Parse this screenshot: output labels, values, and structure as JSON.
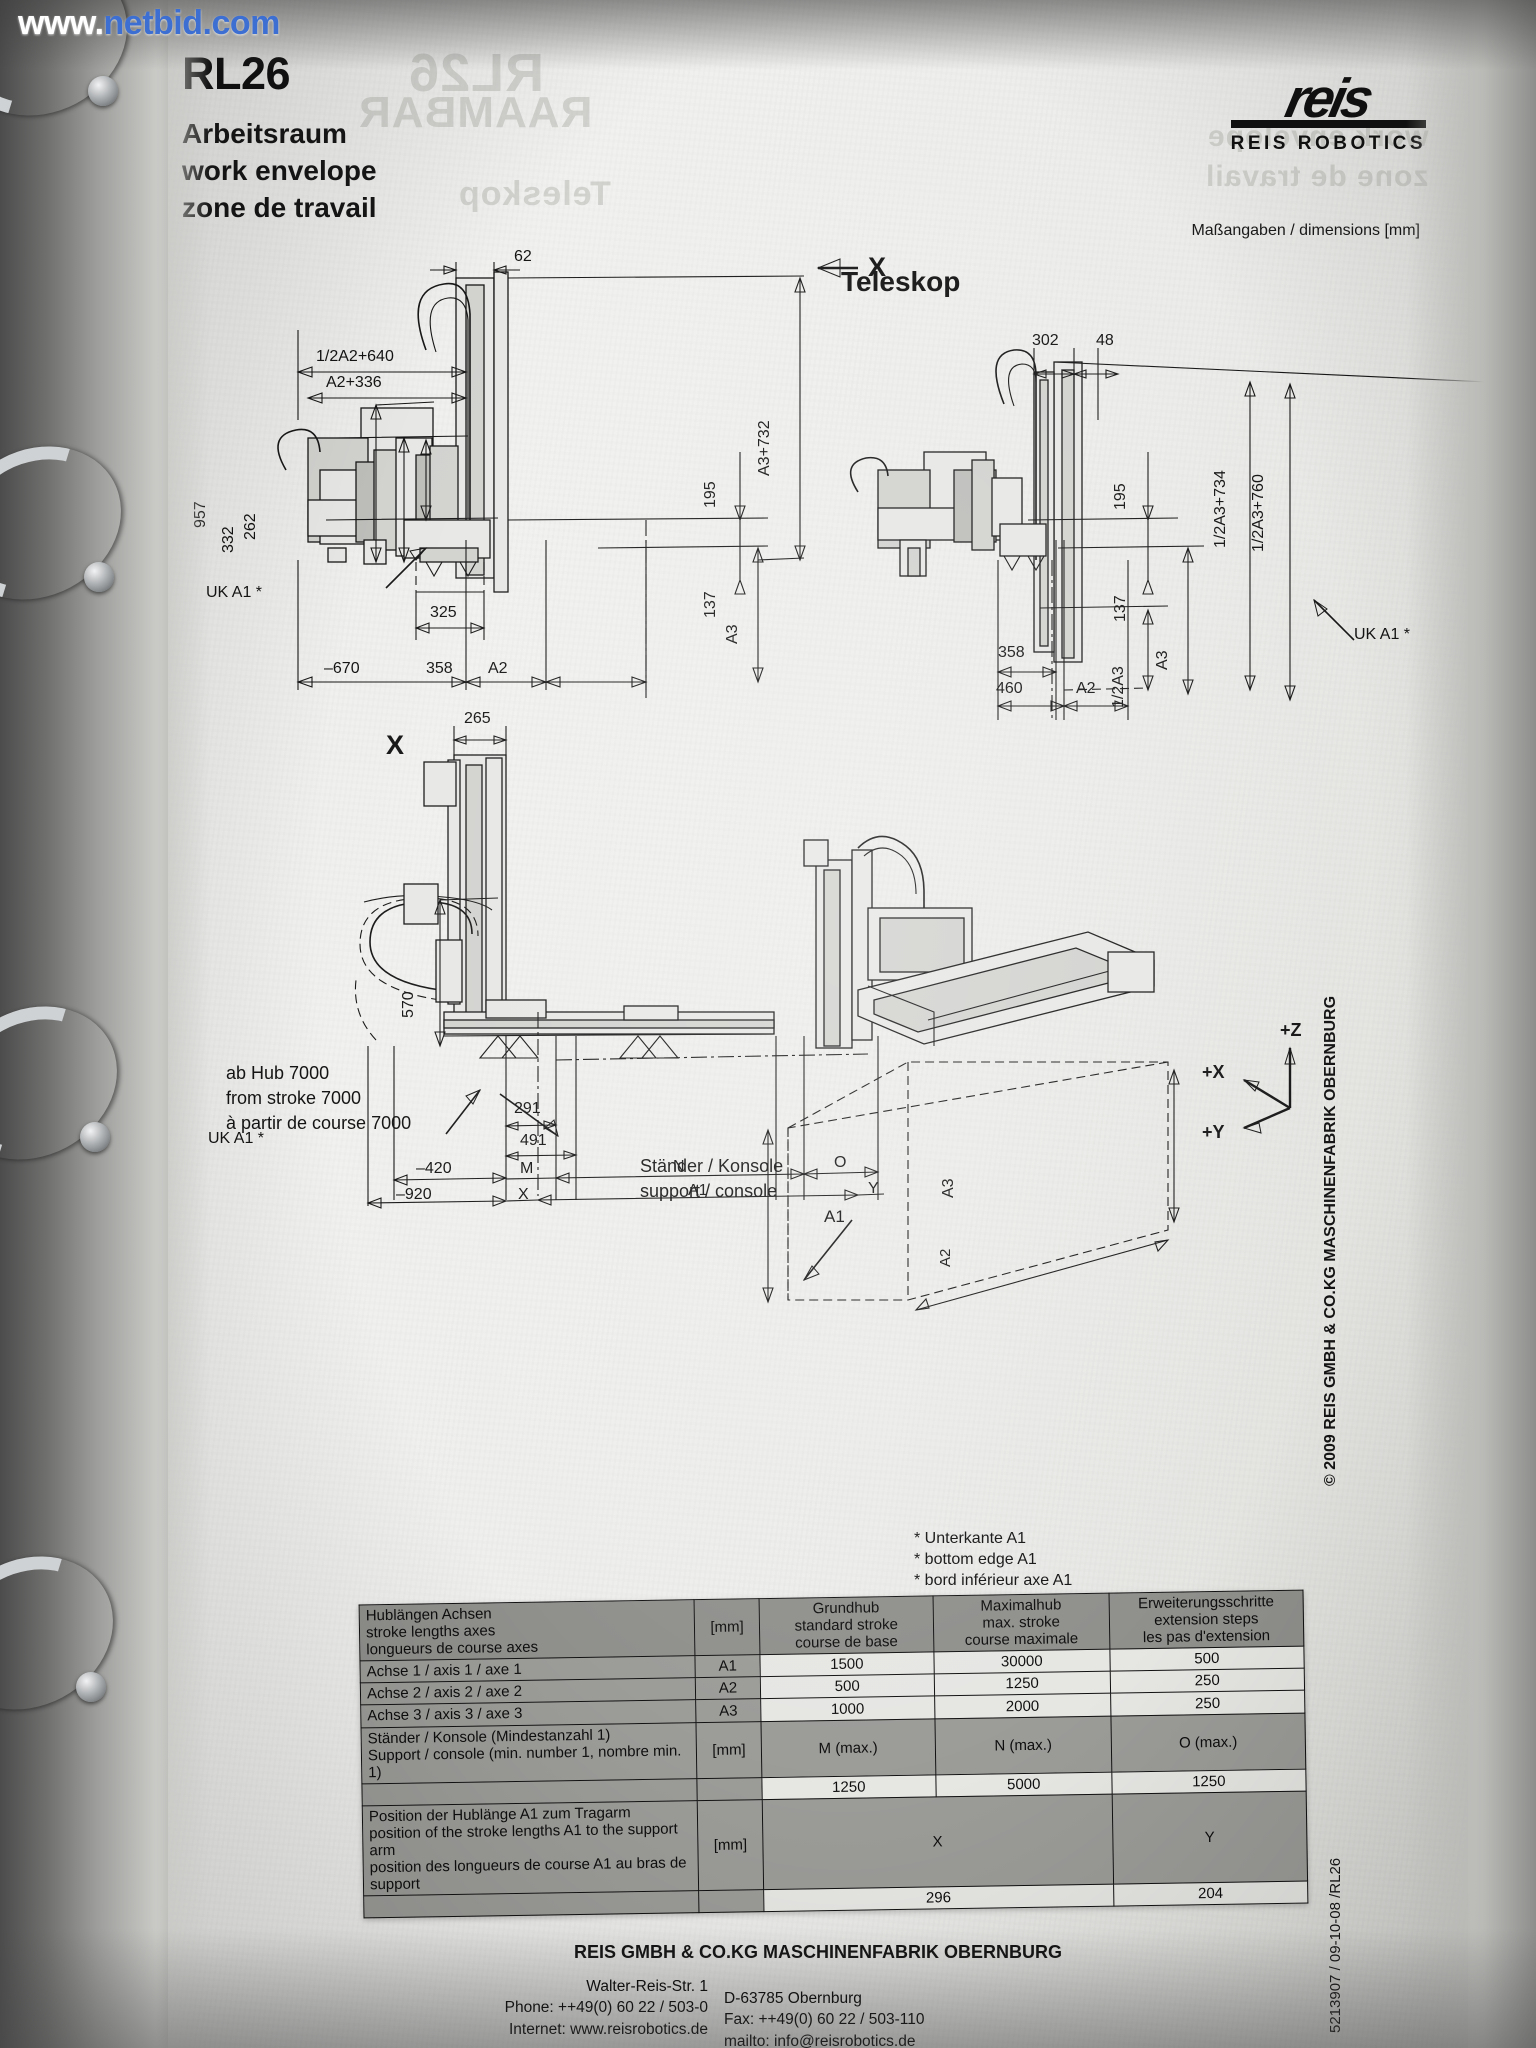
{
  "watermark": {
    "prefix": "www.",
    "domain": "netbid.com"
  },
  "header": {
    "model": "RL26",
    "subtitle_de": "Arbeitsraum",
    "subtitle_en": "work envelope",
    "subtitle_fr": "zone de travail",
    "logo_word": "reis",
    "logo_sub": "REIS ROBOTICS",
    "dimensions_note": "Maßangaben / dimensions [mm]"
  },
  "views": {
    "teleskop_title": "Teleskop",
    "view_x_label": "X",
    "view_x_marker": "X"
  },
  "drawing_main": {
    "dims": {
      "d62": "62",
      "half_a2_640": "1/2A2+640",
      "a2_336": "A2+336",
      "d957": "957",
      "d332": "332",
      "d262": "262",
      "d325": "325",
      "d_670": "–670",
      "d358": "358",
      "a2": "A2",
      "a3_732": "A3+732",
      "d195": "195",
      "d137": "137",
      "a3": "A3"
    },
    "uk_a1": "UK A1 *"
  },
  "drawing_teleskop": {
    "dims": {
      "d302": "302",
      "d48": "48",
      "d195": "195",
      "d137": "137",
      "half_a3_734": "1/2A3+734",
      "half_a3_760": "1/2A3+760",
      "half_a3": "1/2A3",
      "a3": "A3",
      "d358": "358",
      "d460": "460",
      "a2": "A2"
    },
    "uk_a1": "UK A1 *"
  },
  "drawing_side": {
    "dims": {
      "d265": "265",
      "d570": "570",
      "d291": "291",
      "d491": "491",
      "d_420": "–420",
      "d_920": "–920",
      "m": "M",
      "n": "N",
      "o": "O",
      "x": "X",
      "a1": "A1",
      "y": "Y"
    },
    "note_stroke": {
      "de": "ab Hub 7000",
      "en": "from stroke 7000",
      "fr": "à partir de course 7000"
    },
    "support_note": {
      "de": "Ständer / Konsole",
      "en": "support / console"
    },
    "uk_a1": "UK A1 *"
  },
  "drawing_iso": {
    "axes": {
      "z": "+Z",
      "x": "+X",
      "y": "+Y"
    },
    "labels": {
      "a1": "A1",
      "a2": "A2",
      "a3": "A3"
    }
  },
  "footnotes": [
    "* Unterkante A1",
    "* bottom edge A1",
    "* bord inférieur axe A1"
  ],
  "table": {
    "header": {
      "col1_l1": "Hublängen Achsen",
      "col1_l2": "stroke lengths axes",
      "col1_l3": "longueurs de course axes",
      "unit": "[mm]",
      "col3_l1": "Grundhub",
      "col3_l2": "standard stroke",
      "col3_l3": "course de base",
      "col4_l1": "Maximalhub",
      "col4_l2": "max. stroke",
      "col4_l3": "course maximale",
      "col5_l1": "Erweiterungsschritte",
      "col5_l2": "extension steps",
      "col5_l3": "les pas d'extension"
    },
    "axis_rows": [
      {
        "label": "Achse 1 / axis 1 / axe 1",
        "code": "A1",
        "standard": "1500",
        "max": "30000",
        "steps": "500"
      },
      {
        "label": "Achse 2 / axis 2 / axe 2",
        "code": "A2",
        "standard": "500",
        "max": "1250",
        "steps": "250"
      },
      {
        "label": "Achse 3 / axis 3 / axe 3",
        "code": "A3",
        "standard": "1000",
        "max": "2000",
        "steps": "250"
      }
    ],
    "support_row": {
      "label_l1": "Ständer / Konsole (Mindestanzahl 1)",
      "label_l2": "Support / console (min. number 1, nombre min. 1)",
      "unit": "[mm]",
      "head_m": "M (max.)",
      "head_n": "N (max.)",
      "head_o": "O (max.)",
      "val_m": "1250",
      "val_n": "5000",
      "val_o": "1250"
    },
    "position_row": {
      "label_l1": "Position der Hublänge A1 zum Tragarm",
      "label_l2": "position of the stroke lengths A1 to the support arm",
      "label_l3": "position des longueurs de course A1 au bras de support",
      "unit": "[mm]",
      "head_x": "X",
      "head_y": "Y",
      "val_x": "296",
      "val_y": "204"
    }
  },
  "footer": {
    "company": "REIS GMBH & CO.KG MASCHINENFABRIK OBERNBURG",
    "left": {
      "street": "Walter-Reis-Str. 1",
      "phone": "Phone: ++49(0) 60 22 / 503-0",
      "internet": "Internet: www.reisrobotics.de"
    },
    "right": {
      "city": "D-63785 Obernburg",
      "fax": "Fax: ++49(0) 60 22 / 503-110",
      "mail": "mailto: info@reisrobotics.de"
    }
  },
  "margin": {
    "copyright": "© 2009 REIS GMBH & CO.KG MASCHINENFABRIK OBERNBURG",
    "docnum": "5213907 / 09-10-08 /RL26"
  }
}
